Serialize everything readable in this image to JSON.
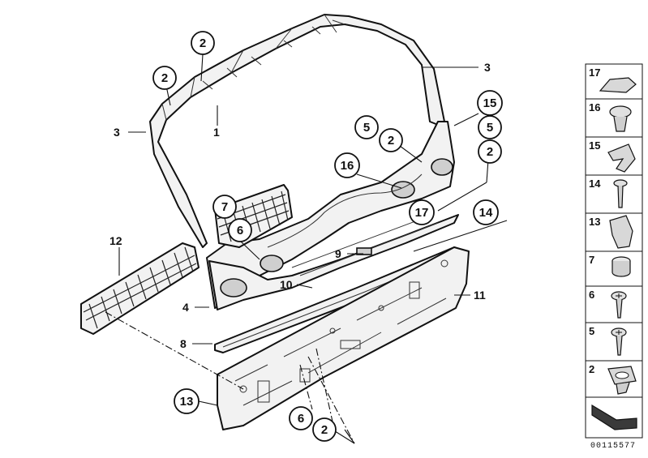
{
  "diagram": {
    "callouts": {
      "c1": "2",
      "c2": "2",
      "c3": "5",
      "c4": "2",
      "c5": "15",
      "c6": "5",
      "c7": "16",
      "c8": "2",
      "c9": "17",
      "c10": "14",
      "c11": "7",
      "c12": "6",
      "c13": "13",
      "c14": "6",
      "c15": "2"
    },
    "labels": {
      "l1": "3",
      "l2": "3",
      "l3": "1",
      "l4": "12",
      "l5": "9",
      "l6": "10",
      "l7": "11",
      "l8": "4",
      "l9": "8"
    },
    "legend": [
      {
        "number": "17",
        "icon": "clip-cap-icon"
      },
      {
        "number": "16",
        "icon": "expanding-rivet-icon"
      },
      {
        "number": "15",
        "icon": "spring-clip-icon"
      },
      {
        "number": "14",
        "icon": "push-pin-icon"
      },
      {
        "number": "13",
        "icon": "retaining-clip-icon"
      },
      {
        "number": "7",
        "icon": "rubber-buffer-icon"
      },
      {
        "number": "6",
        "icon": "phillips-screw-icon"
      },
      {
        "number": "5",
        "icon": "phillips-screw-icon"
      },
      {
        "number": "2",
        "icon": "grommet-icon"
      },
      {
        "number": "",
        "icon": "seal-profile-icon"
      }
    ],
    "reference_code": "00115577"
  }
}
